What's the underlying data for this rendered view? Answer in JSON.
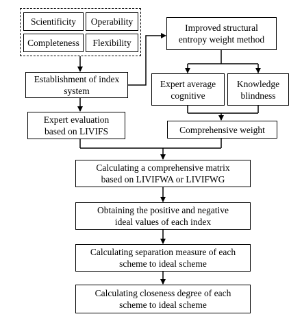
{
  "principles": {
    "scientificity": "Scientificity",
    "operability": "Operability",
    "completeness": "Completeness",
    "flexibility": "Flexibility"
  },
  "index_system": {
    "line1": "Establishment of index",
    "line2": "system"
  },
  "expert_eval": {
    "line1": "Expert evaluation",
    "line2": "based on LIVIFS"
  },
  "structural_entropy": {
    "line1": "Improved structural",
    "line2": "entropy weight method"
  },
  "expert_avg": {
    "line1": "Expert average",
    "line2": "cognitive"
  },
  "knowledge": {
    "line1": "Knowledge",
    "line2": "blindness"
  },
  "comp_weight": {
    "label": "Comprehensive weight"
  },
  "steps": [
    {
      "line1": "Calculating a comprehensive matrix",
      "line2": "based on LIVIFWA or LIVIFWG"
    },
    {
      "line1": "Obtaining the positive and negative",
      "line2": "ideal values of each index"
    },
    {
      "line1": "Calculating separation measure of each",
      "line2": "scheme to ideal scheme"
    },
    {
      "line1": "Calculating closeness degree of each",
      "line2": "scheme to ideal scheme"
    }
  ]
}
